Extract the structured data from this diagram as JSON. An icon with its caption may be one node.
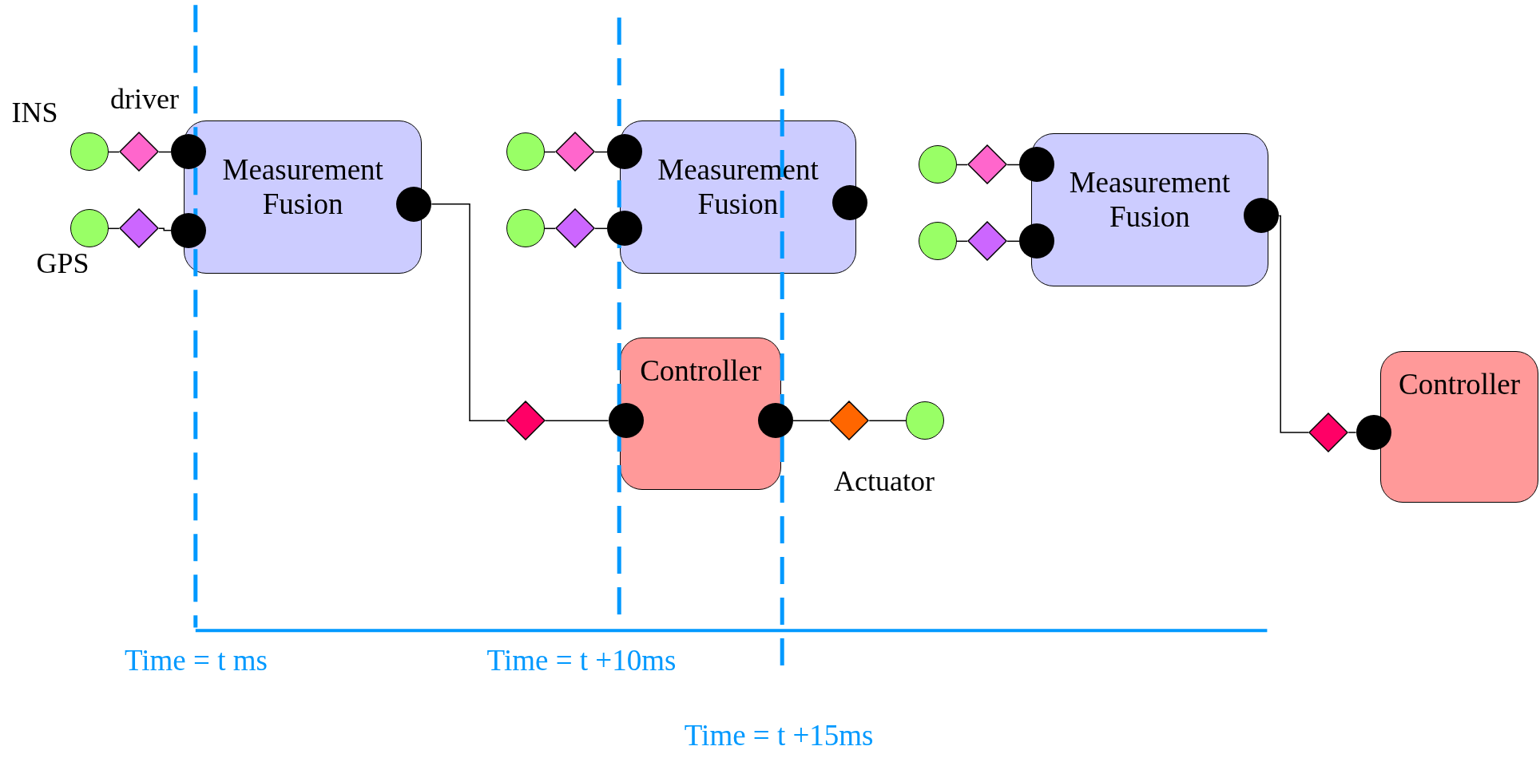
{
  "diagram": {
    "nodes": [
      {
        "text": [
          "Measurement Fusion"
        ]
      },
      {
        "text": [],
        "shape": "circle",
        "beside": [
          "INS"
        ]
      },
      {
        "text": [],
        "shape": "diamond",
        "beside": [
          "driver"
        ]
      },
      {
        "text": [],
        "shape": "circle"
      },
      {
        "text": [],
        "shape": "circle",
        "beside": [
          "GPS"
        ]
      },
      {
        "text": [],
        "shape": "diamond"
      },
      {
        "text": [],
        "shape": "circle"
      },
      {
        "text": [],
        "shape": "circle"
      },
      {
        "text": [],
        "shape": "diamond"
      },
      {
        "text": [
          "Measurement Fusion"
        ]
      },
      {
        "text": [],
        "shape": "circle"
      },
      {
        "text": [],
        "shape": "diamond"
      },
      {
        "text": [],
        "shape": "circle"
      },
      {
        "text": [],
        "shape": "circle"
      },
      {
        "text": [],
        "shape": "diamond"
      },
      {
        "text": [],
        "shape": "circle"
      },
      {
        "text": [],
        "shape": "circle"
      },
      {
        "text": [
          "Controller"
        ]
      },
      {
        "text": [],
        "shape": "circle"
      },
      {
        "text": [],
        "shape": "circle"
      },
      {
        "text": [],
        "shape": "diamond"
      },
      {
        "text": [],
        "shape": "circle",
        "beside": [
          "Actuator"
        ]
      },
      {
        "text": [
          "Measurement Fusion"
        ]
      },
      {
        "text": [],
        "shape": "circle"
      },
      {
        "text": [],
        "shape": "diamond"
      },
      {
        "text": [],
        "shape": "circle"
      },
      {
        "text": [],
        "shape": "circle"
      },
      {
        "text": [],
        "shape": "diamond"
      },
      {
        "text": [],
        "shape": "circle"
      },
      {
        "text": [],
        "shape": "circle"
      },
      {
        "text": [],
        "shape": "diamond"
      },
      {
        "text": [],
        "shape": "circle"
      },
      {
        "text": [
          "Controller"
        ]
      }
    ],
    "edges": [
      {
        "from": 1,
        "to": 2,
        "arrow": "none"
      },
      {
        "from": 2,
        "to": 3,
        "arrow": "none"
      },
      {
        "from": 4,
        "to": 5,
        "arrow": "none"
      },
      {
        "from": 5,
        "to": 6,
        "arrow": "none"
      },
      {
        "from": 7,
        "to": 8,
        "arrow": "none"
      },
      {
        "from": 8,
        "to": 18,
        "arrow": "none"
      },
      {
        "from": 10,
        "to": 11,
        "arrow": "none"
      },
      {
        "from": 11,
        "to": 12,
        "arrow": "none"
      },
      {
        "from": 13,
        "to": 14,
        "arrow": "none"
      },
      {
        "from": 14,
        "to": 15,
        "arrow": "none"
      },
      {
        "from": 19,
        "to": 20,
        "arrow": "none"
      },
      {
        "from": 20,
        "to": 21,
        "arrow": "none"
      },
      {
        "from": 23,
        "to": 24,
        "arrow": "none"
      },
      {
        "from": 24,
        "to": 25,
        "arrow": "none"
      },
      {
        "from": 26,
        "to": 27,
        "arrow": "none"
      },
      {
        "from": 27,
        "to": 28,
        "arrow": "none"
      },
      {
        "from": 29,
        "to": 30,
        "arrow": "none"
      },
      {
        "from": 30,
        "to": 31,
        "arrow": "none"
      }
    ],
    "labels": [
      "Time = t ms",
      "Time = t +10ms",
      "Time = t +15ms"
    ]
  }
}
